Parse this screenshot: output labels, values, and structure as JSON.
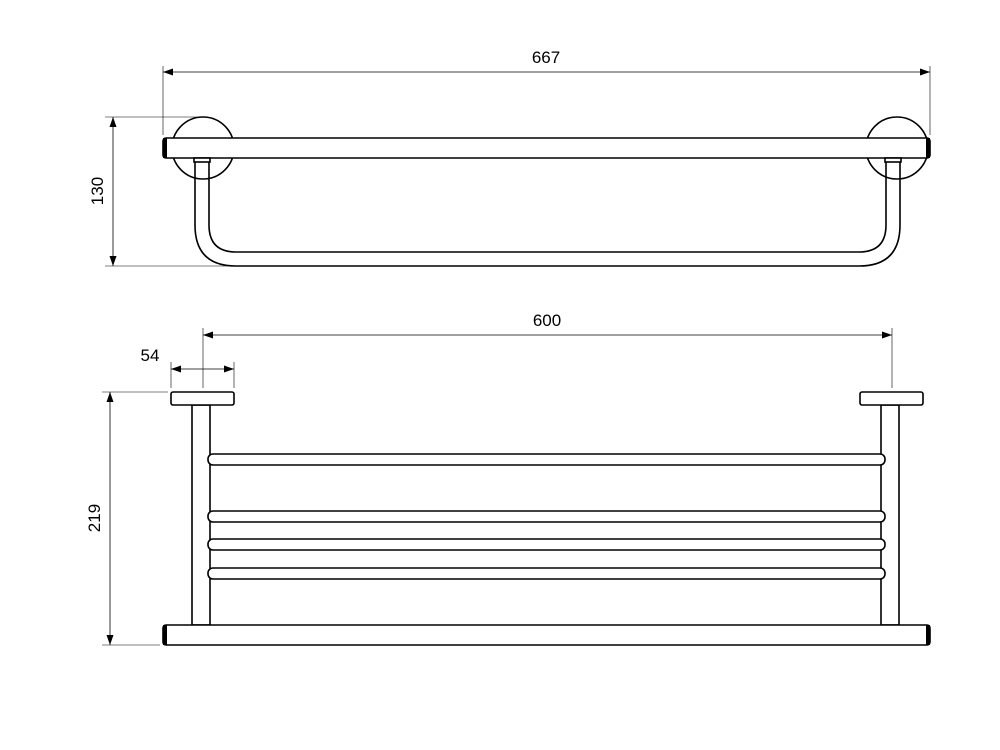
{
  "drawing": {
    "dimensions": {
      "top_width": "667",
      "top_height": "130",
      "front_width": "600",
      "front_flange": "54",
      "front_height": "219"
    }
  }
}
